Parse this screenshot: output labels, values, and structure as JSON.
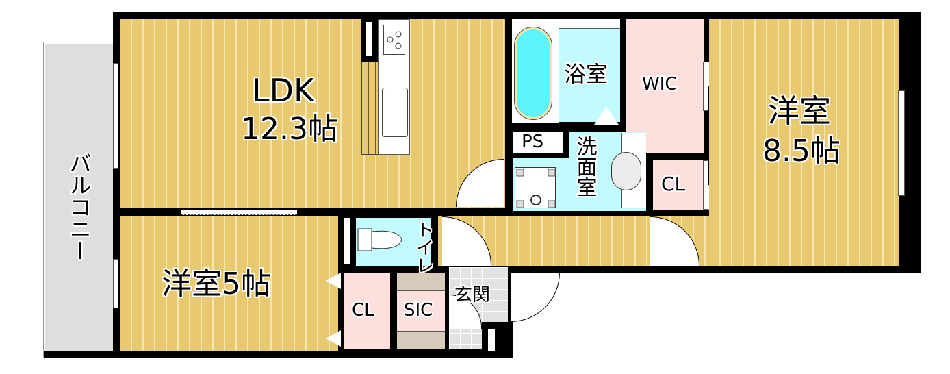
{
  "floorplan": {
    "colors": {
      "wall": "#000000",
      "wood_floor": "#e8c96f",
      "wet_area": "#c2fbfd",
      "storage": "#fde0de",
      "balcony": "#dedede",
      "shoe_storage": "#d6cabb"
    },
    "rooms": {
      "ldk": {
        "name": "LDK",
        "size": "12.3帖"
      },
      "bath": {
        "name": "浴室"
      },
      "wic": {
        "name": "WIC"
      },
      "western_large": {
        "name": "洋室",
        "size": "8.5帖"
      },
      "ps": {
        "name": "PS"
      },
      "washroom": {
        "name": "洗面室"
      },
      "closet_east": {
        "name": "CL"
      },
      "toilet": {
        "name": "トイレ"
      },
      "western_small": {
        "name": "洋室5帖"
      },
      "closet_south": {
        "name": "CL"
      },
      "sic": {
        "name": "SIC"
      },
      "entrance": {
        "name": "玄関"
      },
      "balcony": {
        "name": "バルコニー"
      }
    }
  }
}
